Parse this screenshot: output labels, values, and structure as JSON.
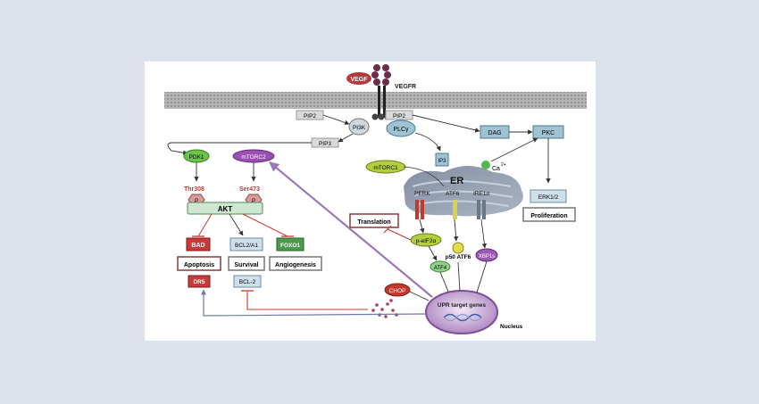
{
  "labels": {
    "vegf": "VEGF",
    "vegfr": "VEGFR",
    "pip2_left": "PIP2",
    "pip2_right": "PIP2",
    "pip3": "PIP3",
    "pi3k": "PI3K",
    "plcy": "PLCγ",
    "dag": "DAG",
    "pkc": "PKC",
    "ip3": "IP3",
    "ca": "Ca",
    "ca_sup": "2+",
    "pdk1": "PDK1",
    "mtorc2": "mTORC2",
    "mtorc1": "mTORC1",
    "thr308": "Thr308",
    "ser473": "Ser473",
    "p1": "P",
    "p2": "P",
    "akt": "AKT",
    "bad": "BAD",
    "bcl2a1": "BCL2/A1",
    "foxo1": "FOXO1",
    "apoptosis": "Apoptosis",
    "survival": "Survival",
    "angiogenesis": "Angiogenesis",
    "dr5": "DR5",
    "bcl2": "BCL-2",
    "er": "ER",
    "perk": "PERK",
    "atf6": "ATF6",
    "ire1a": "IRE1α",
    "translation": "Translation",
    "peif2a": "p-eIF2α",
    "p50atf6": "p50 ATF6",
    "atf4": "ATF4",
    "xbp1s": "XBP1s",
    "chop": "CHOP",
    "upr": "UPR target genes",
    "nucleus": "Nucleus",
    "erk": "ERK1/2",
    "proliferation": "Proliferation"
  },
  "colors": {
    "page_bg": "#dde3ec",
    "membrane": "#a8a8a8",
    "pdk1": "#6cc24a",
    "mtorc2": "#9b4fb3",
    "mtorc1": "#a6c93a",
    "bad": "#c83a3a",
    "foxo1": "#4c9a4c",
    "nucleus": "#b48bc6",
    "chop": "#c0392b",
    "xbp1s": "#8e44ad",
    "inhibit_line": "#c0392b",
    "long_arrow": "#9a77b6"
  }
}
